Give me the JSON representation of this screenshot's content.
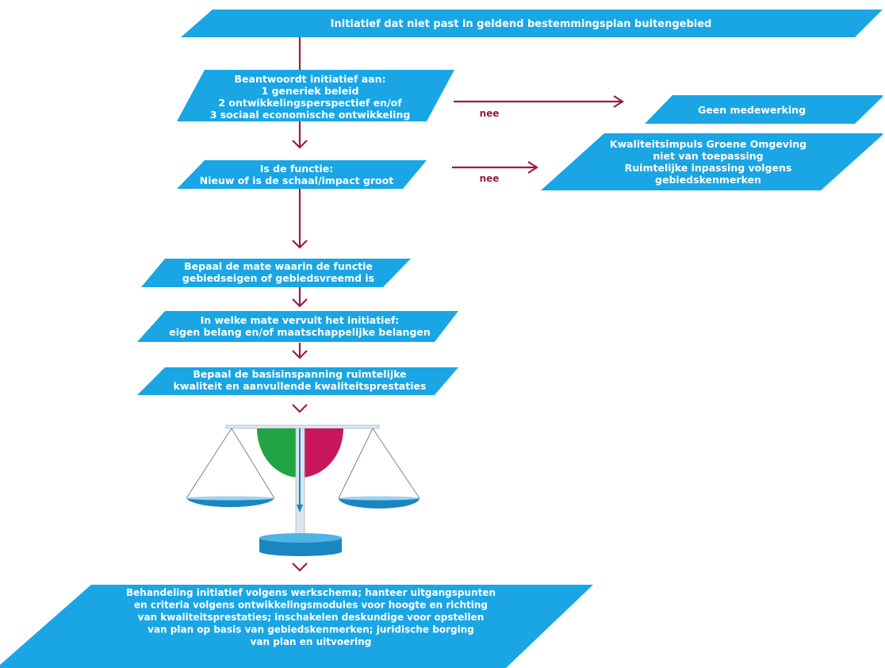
{
  "colors": {
    "box": "#1aa6e4",
    "flow": "#9c1a46",
    "scale_green": "#21a346",
    "scale_red": "#c8175c",
    "scale_pan": "#1a86bf"
  },
  "boxes": {
    "top": {
      "lines": [
        "Initiatief dat niet past in geldend bestemmingsplan buitengebied"
      ]
    },
    "q1": {
      "lines": [
        "Beantwoordt initiatief aan:",
        "1 generiek beleid",
        "2 ontwikkelingsperspectief en/of",
        "3 sociaal economische ontwikkeling"
      ]
    },
    "geen": {
      "lines": [
        "Geen medewerking"
      ]
    },
    "q2": {
      "lines": [
        "Is de functie:",
        "Nieuw of is de schaal/impact groot"
      ]
    },
    "kwal": {
      "lines": [
        "Kwaliteitsimpuls Groene Omgeving",
        "niet van toepassing",
        "Ruimtelijke inpassing volgens",
        "gebiedskenmerken"
      ]
    },
    "step1": {
      "lines": [
        "Bepaal de mate waarin de functie",
        "gebiedseigen of gebiedsvreemd is"
      ]
    },
    "step2": {
      "lines": [
        "In welke mate vervult het initiatief:",
        "eigen belang en/of maatschappelijke belangen"
      ]
    },
    "step3": {
      "lines": [
        "Bepaal de basisinspanning ruimtelijke",
        "kwaliteit en aanvullende kwaliteitsprestaties"
      ]
    },
    "final": {
      "lines": [
        "Behandeling initiatief volgens werkschema; hanteer uitgangspunten",
        "en criteria volgens ontwikkelingsmodules voor hoogte en richting",
        "van kwaliteitsprestaties; inschakelen deskundige voor opstellen",
        "van plan op basis van gebiedskenmerken; juridische borging",
        "van plan en uitvoering"
      ]
    }
  },
  "labels": {
    "nee1": "nee",
    "nee2": "nee"
  }
}
